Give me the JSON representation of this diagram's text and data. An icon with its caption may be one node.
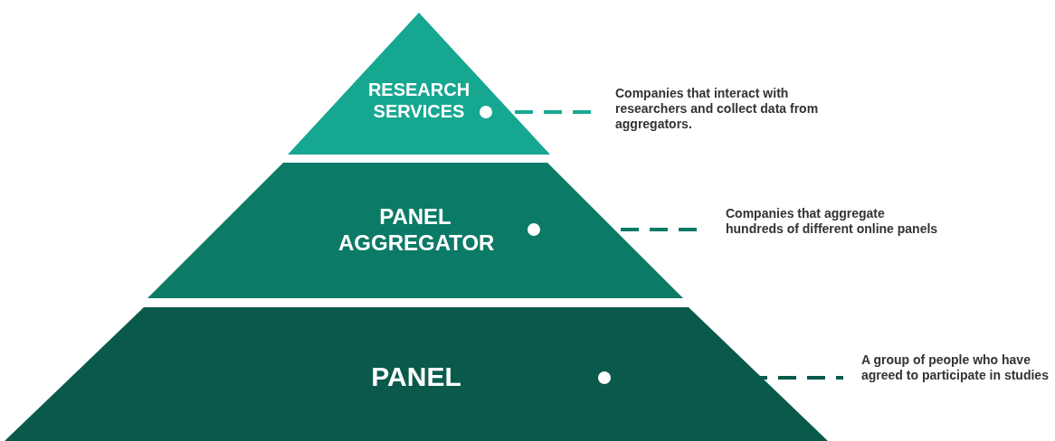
{
  "diagram": {
    "nodes": [
      {
        "text": [
          "RESEARCH SERVICES"
        ]
      },
      {
        "text": [
          "Companies that interact with researchers and collect data from aggregators."
        ]
      },
      {
        "text": [
          "PANEL AGGREGATOR"
        ]
      },
      {
        "text": [
          "Companies that aggregate hundreds of different online panels"
        ]
      },
      {
        "text": [
          "PANEL"
        ]
      },
      {
        "text": [
          "A group of people who have agreed to participate in studies"
        ]
      }
    ],
    "edges": [
      {
        "from": 0,
        "to": 1,
        "arrow": "other",
        "style": "dashed",
        "color": "#16a791"
      },
      {
        "from": 2,
        "to": 3,
        "arrow": "other",
        "style": "dashed",
        "color": "#0b7a66"
      },
      {
        "from": 4,
        "to": 5,
        "arrow": "other",
        "style": "dashed",
        "color": "#0a5a4b"
      }
    ]
  }
}
